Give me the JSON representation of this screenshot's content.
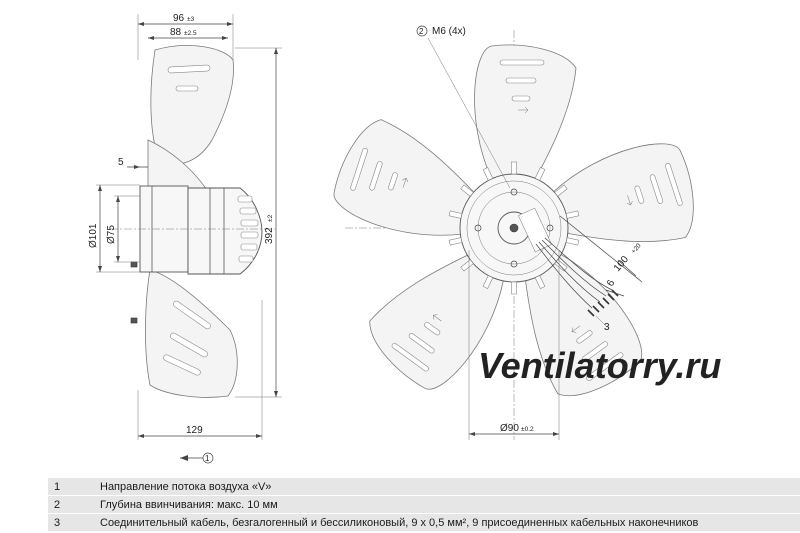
{
  "side_view": {
    "dim_96": "96",
    "tol_96": "±3",
    "dim_88": "88",
    "tol_88": "±2.5",
    "dim_5": "5",
    "dim_d101": "Ø101",
    "dim_d75": "Ø75",
    "dim_392": "392",
    "tol_392": "±2",
    "dim_129": "129",
    "callout_1": "1"
  },
  "front_view": {
    "callout_2": "2",
    "thread_label": "M6 (4x)",
    "dim_100": "100",
    "tol_100": "+20",
    "dim_6": "6",
    "callout_3": "3",
    "dim_d90": "Ø90",
    "tol_d90": "±0.2"
  },
  "watermark": "Ventilatorry.ru",
  "notes": [
    {
      "num": "1",
      "text": "Направление потока воздуха «V»"
    },
    {
      "num": "2",
      "text": "Глубина ввинчивания: макс. 10 мм"
    },
    {
      "num": "3",
      "text": "Соединительный кабель, безгалогенный и бессиликоновый, 9 x 0,5 мм², 9 присоединенных кабельных наконечников"
    }
  ]
}
